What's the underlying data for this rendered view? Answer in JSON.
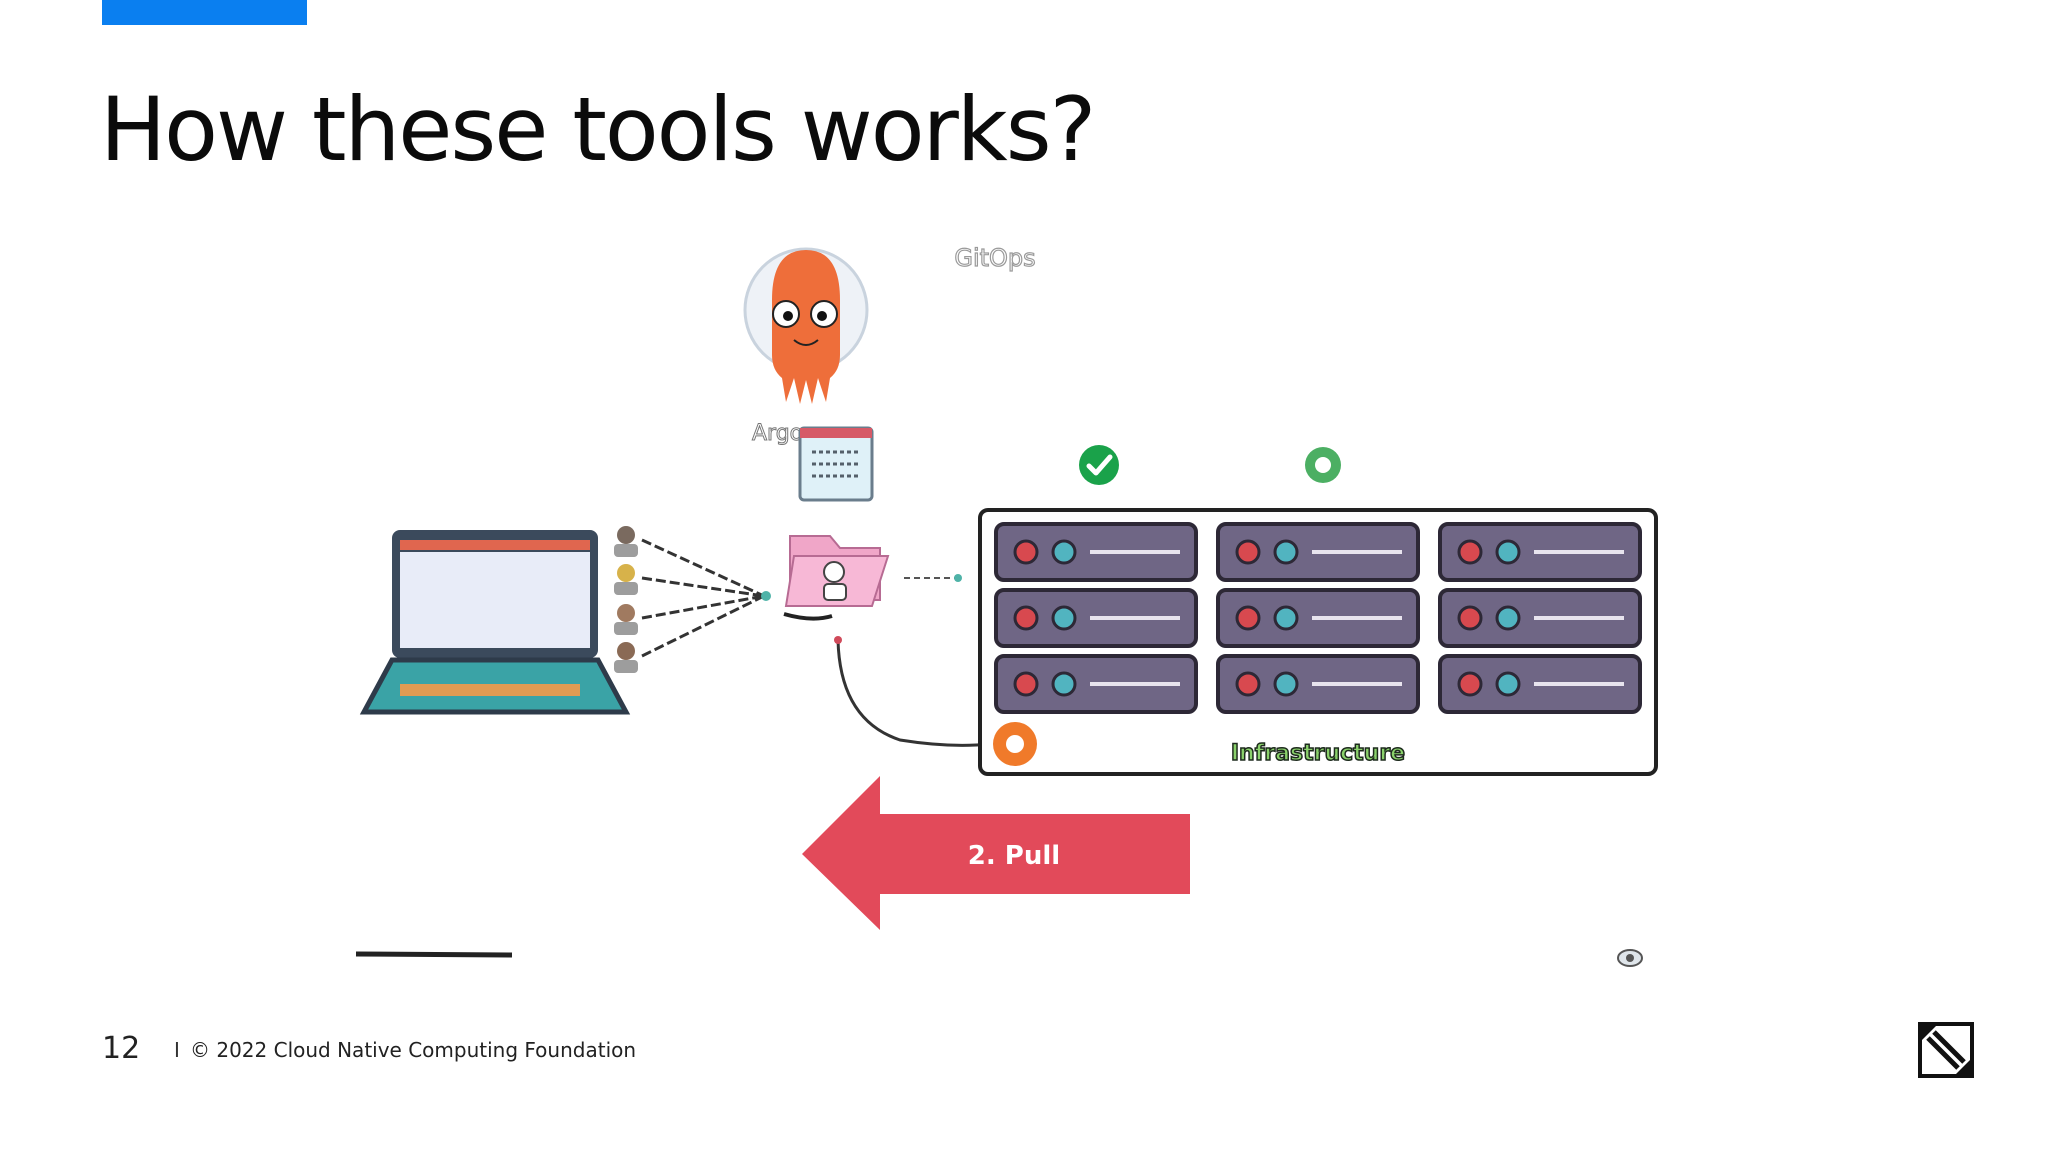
{
  "slide": {
    "title": "How these tools works?",
    "page_number": "12",
    "footer_separator": "I",
    "footer_text": "© 2022 Cloud Native Computing Foundation"
  },
  "diagram": {
    "gitops_label": "GitOps",
    "argo_label": "Argo",
    "infrastructure_label": "Infrastructure",
    "pull_label": "2. Pull"
  },
  "colors": {
    "accent": "#0a7ff0",
    "arrow_red": "#e24a5a",
    "server_purple": "#6f6685",
    "argo_orange": "#ee6e3a",
    "check_green": "#1aa24a"
  }
}
